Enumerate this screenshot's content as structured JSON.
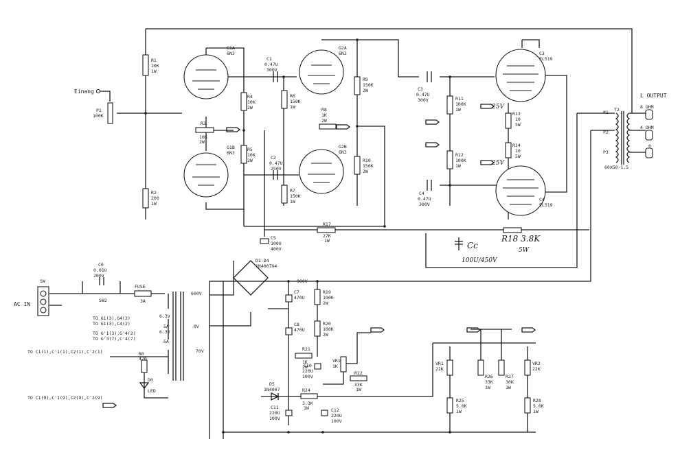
{
  "input": {
    "label": "Einang"
  },
  "output": {
    "title": "L OUTPUT",
    "taps": [
      "8 OHM",
      "4 OHM",
      "0"
    ]
  },
  "power_in": {
    "switch": "SW",
    "ac": "AC IN",
    "fuse": "FUSE",
    "fuse_val": "3A",
    "sw2": "SW2"
  },
  "parts": {
    "R1": [
      "R1",
      "20K",
      "1W"
    ],
    "P1": [
      "P1",
      "100K"
    ],
    "R2": [
      "R2",
      "200",
      "1W"
    ],
    "G1A": [
      "G1A",
      "6N3"
    ],
    "G1B": [
      "G1B",
      "6N3"
    ],
    "R3": [
      "R3",
      "10K",
      "2W"
    ],
    "R4": [
      "R4",
      "10K",
      "2W"
    ],
    "R5": [
      "R5",
      "10K",
      "2W"
    ],
    "C1": [
      "C1",
      "0.47U",
      "300V"
    ],
    "C2": [
      "C2",
      "0.47U",
      "250V"
    ],
    "R6": [
      "R6",
      "150K",
      "1W"
    ],
    "R7": [
      "R7",
      "150K",
      "1W"
    ],
    "R8": [
      "R8",
      "1K",
      "2W"
    ],
    "G2A": [
      "G2A",
      "6N3"
    ],
    "G2B": [
      "G2B",
      "6N3"
    ],
    "R9": [
      "R9",
      "150K",
      "2W"
    ],
    "R10": [
      "R10",
      "150K",
      "2W"
    ],
    "C3": [
      "C3",
      "0.47U",
      "300V"
    ],
    "C4": [
      "C4",
      "0.47U",
      "300V"
    ],
    "R11": [
      "R11",
      "100K",
      "1W"
    ],
    "R12": [
      "R12",
      "100K",
      "1W"
    ],
    "R13": [
      "R13",
      "10",
      "5W"
    ],
    "R14": [
      "R14",
      "10",
      "5W"
    ],
    "V_C3": [
      "C3",
      "EL519"
    ],
    "V_C4": [
      "C4",
      "EL519"
    ],
    "T2": [
      "T2",
      "60X50-1.5"
    ],
    "P": [
      "P1",
      "P2",
      "P3"
    ],
    "R17": [
      "R17",
      "27K",
      "1W"
    ],
    "C5": [
      "C5",
      "100U",
      "400V"
    ],
    "D1": [
      "D1-D4",
      "1N4007X4"
    ],
    "C0": [
      "C0",
      "0.01U",
      "200V"
    ],
    "C7": [
      "C7",
      "470U"
    ],
    "C8": [
      "C8",
      "470U"
    ],
    "R19": [
      "R19",
      "100K",
      "2W"
    ],
    "R20": [
      "R20",
      "100K",
      "2W"
    ],
    "R21": [
      "R21",
      "1K",
      "2W"
    ],
    "VR1": [
      "VR1",
      "1K"
    ],
    "R22": [
      "R22",
      "33K",
      "1W"
    ],
    "C10": [
      "C10",
      "220U",
      "100V"
    ],
    "D5": [
      "D5",
      "1N4007"
    ],
    "R24": [
      "R24",
      "3.3K",
      "1W"
    ],
    "C11": [
      "C11",
      "220U",
      "100V"
    ],
    "C12": [
      "C12",
      "220U",
      "100V"
    ],
    "VR2_L": [
      "VR1",
      "22K"
    ],
    "VR2_R": [
      "VR2",
      "22K"
    ],
    "R26": [
      "R26",
      "33K",
      "1W"
    ],
    "R27": [
      "R27",
      "30K",
      "1W"
    ],
    "R25": [
      "R25",
      "5.6K",
      "1W"
    ],
    "R28": [
      "R28",
      "5.6K",
      "1W"
    ],
    "R0": [
      "R0",
      "470"
    ],
    "D0": [
      "D0",
      "LED"
    ]
  },
  "volts": {
    "v600": "600V",
    "v0": "0V",
    "v70": "70V",
    "v900": "900V",
    "v63a": "6.3V",
    "v5a": "5A",
    "v63b": "6.3V",
    "v5b": "5A"
  },
  "heater_notes": {
    "h1": "TO G1(3),G4(2)",
    "h2": "TO G1(3),C4(2)",
    "h3": "TO G'1(3),G'4(2)",
    "h4": "TO G'3(7),C'4(7)",
    "h5": "TO C1(1),C'1(1),C2(1),C'2(1)",
    "h6": "TO C1(9),C'1(9),C2(9),C'2(9)"
  },
  "annotations": {
    "r18": "R18 3.8K",
    "r18w": "5W",
    "c6": "Cc",
    "c6v": "100U/450V",
    "r25v": "25V",
    "r35v": "25V"
  }
}
